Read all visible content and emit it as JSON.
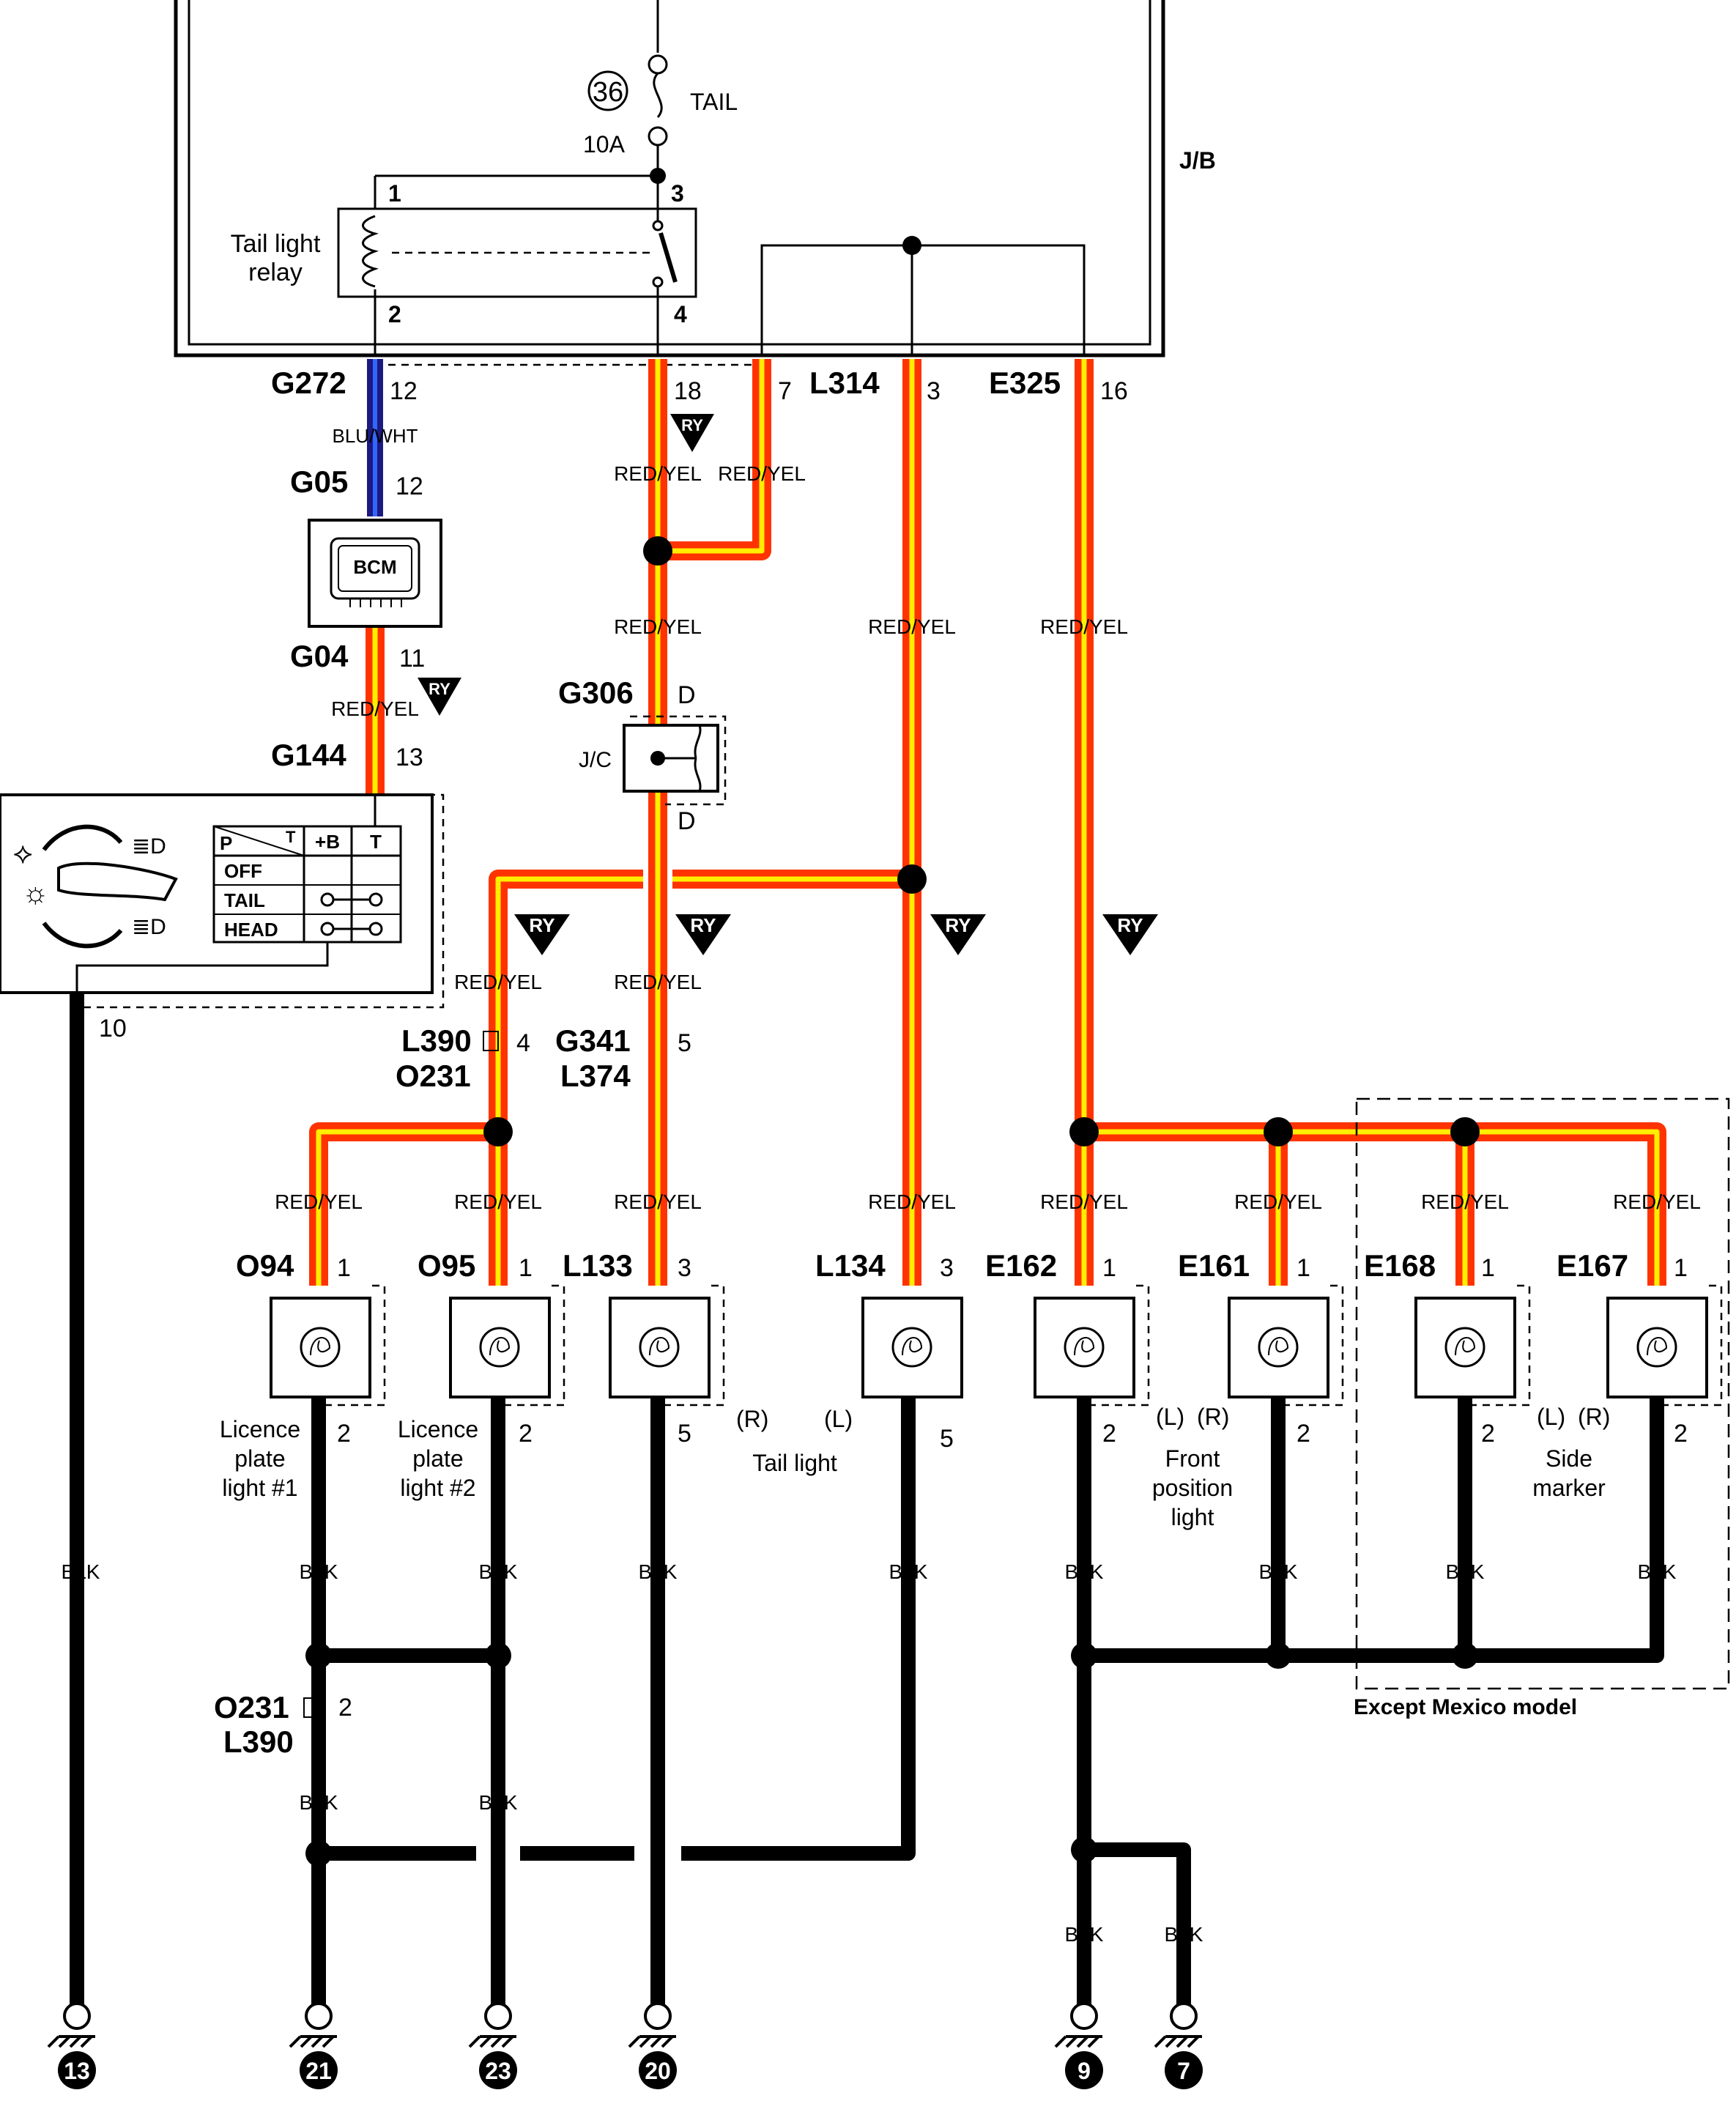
{
  "junction_block": {
    "label": "J/B",
    "fuse_number": "36",
    "fuse_name": "TAIL",
    "fuse_rating": "10A",
    "relay_label_line1": "Tail light",
    "relay_label_line2": "relay",
    "relay_pins": [
      "1",
      "3",
      "2",
      "4"
    ]
  },
  "connectors": {
    "g272": "G272",
    "g272_pin": "12",
    "g272_pin18": "18",
    "g272_pin7": "7",
    "l314": "L314",
    "l314_pin": "3",
    "e325": "E325",
    "e325_pin": "16",
    "g05": "G05",
    "g05_pin": "12",
    "g04": "G04",
    "g04_pin": "11",
    "g144": "G144",
    "g144_pin": "13",
    "g306": "G306",
    "g306_pin_top": "D",
    "g306_pin_bottom": "D",
    "jc": "J/C",
    "l390_top": "L390",
    "l390_pin": "4",
    "o231_top": "O231",
    "g341": "G341",
    "g341_pin": "5",
    "l374": "L374",
    "sw_pin": "10",
    "o231_low": "O231",
    "o231_low_pin": "2",
    "l390_low": "L390"
  },
  "bcm": {
    "label": "BCM"
  },
  "wire_colors": {
    "blu_wht": "BLU/WHT",
    "red_yel": "RED/YEL",
    "blk": "BLK",
    "ry": "RY"
  },
  "switch_table": {
    "header_p": "P",
    "header_t": "T",
    "col_b": "+B",
    "col_t": "T",
    "rows": [
      "OFF",
      "TAIL",
      "HEAD"
    ]
  },
  "lamps": [
    {
      "id": "O94",
      "pin_in": "1",
      "pin_out": "2"
    },
    {
      "id": "O95",
      "pin_in": "1",
      "pin_out": "2"
    },
    {
      "id": "L133",
      "pin_in": "3",
      "pin_out": "5"
    },
    {
      "id": "L134",
      "pin_in": "3",
      "pin_out": "5"
    },
    {
      "id": "E162",
      "pin_in": "1",
      "pin_out": "2"
    },
    {
      "id": "E161",
      "pin_in": "1",
      "pin_out": "2"
    },
    {
      "id": "E168",
      "pin_in": "1",
      "pin_out": "2"
    },
    {
      "id": "E167",
      "pin_in": "1",
      "pin_out": "2"
    }
  ],
  "lamp_labels": {
    "licence1": [
      "Licence",
      "plate",
      "light #1"
    ],
    "licence2": [
      "Licence",
      "plate",
      "light #2"
    ],
    "tail_r": "(R)",
    "tail_l": "(L)",
    "tail": "Tail light",
    "front_l": "(L)",
    "front_r": "(R)",
    "front": [
      "Front",
      "position",
      "light"
    ],
    "side_l": "(L)",
    "side_r": "(R)",
    "side": [
      "Side",
      "marker"
    ]
  },
  "except_mexico": "Except Mexico model",
  "grounds": [
    "13",
    "21",
    "23",
    "20",
    "9",
    "7"
  ],
  "colors": {
    "red": "#ff3300",
    "yellow": "#ffee00",
    "blue": "#3366ff",
    "black": "#000000"
  }
}
